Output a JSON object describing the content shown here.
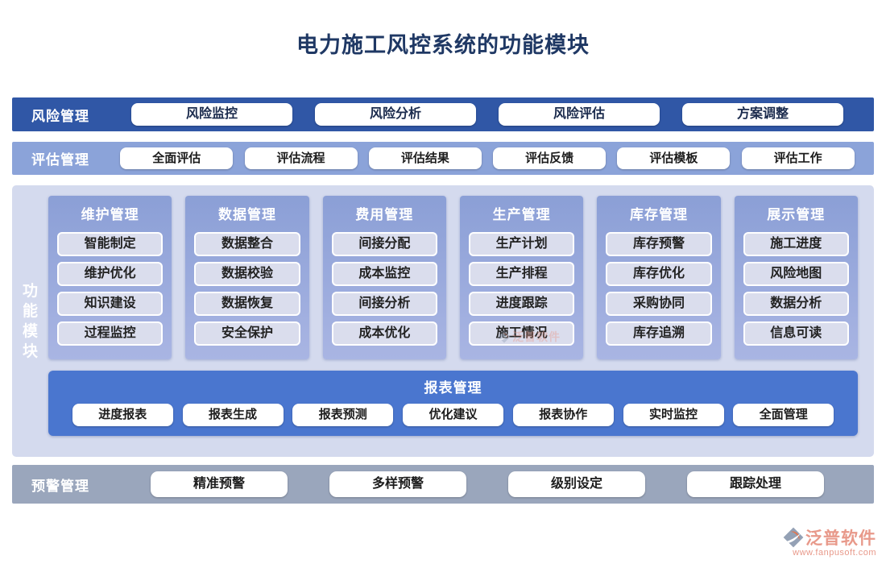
{
  "title": "电力施工风控系统的功能模块",
  "rows": {
    "risk": {
      "label": "风险管理",
      "buttons": [
        "风险监控",
        "风险分析",
        "风险评估",
        "方案调整"
      ]
    },
    "eval": {
      "label": "评估管理",
      "buttons": [
        "全面评估",
        "评估流程",
        "评估结果",
        "评估反馈",
        "评估模板",
        "评估工作"
      ]
    }
  },
  "main": {
    "side_label": "功能模块",
    "columns": [
      {
        "header": "维护管理",
        "items": [
          "智能制定",
          "维护优化",
          "知识建设",
          "过程监控"
        ]
      },
      {
        "header": "数据管理",
        "items": [
          "数据整合",
          "数据校验",
          "数据恢复",
          "安全保护"
        ]
      },
      {
        "header": "费用管理",
        "items": [
          "间接分配",
          "成本监控",
          "间接分析",
          "成本优化"
        ]
      },
      {
        "header": "生产管理",
        "items": [
          "生产计划",
          "生产排程",
          "进度跟踪",
          "施工情况"
        ]
      },
      {
        "header": "库存管理",
        "items": [
          "库存预警",
          "库存优化",
          "采购协同",
          "库存追溯"
        ]
      },
      {
        "header": "展示管理",
        "items": [
          "施工进度",
          "风险地图",
          "数据分析",
          "信息可读"
        ]
      }
    ],
    "report": {
      "header": "报表管理",
      "buttons": [
        "进度报表",
        "报表生成",
        "报表预测",
        "优化建议",
        "报表协作",
        "实时监控",
        "全面管理"
      ]
    }
  },
  "warning": {
    "label": "预警管理",
    "buttons": [
      "精准预警",
      "多样预警",
      "级别设定",
      "跟踪处理"
    ]
  },
  "watermark": {
    "brand": "泛普软件",
    "url": "www.fanpusoft.com"
  },
  "colors": {
    "title_text": "#1f3864",
    "risk_bar": "#3057a6",
    "eval_bar": "#8ba3d9",
    "main_bg": "#d4daee",
    "column_top": "#8b9fd6",
    "column_bottom": "#a9b5e3",
    "item_bg": "#dadded",
    "report_bar": "#4a76cf",
    "warning_bar": "#9aa6bc",
    "watermark_text": "#e8998a"
  }
}
